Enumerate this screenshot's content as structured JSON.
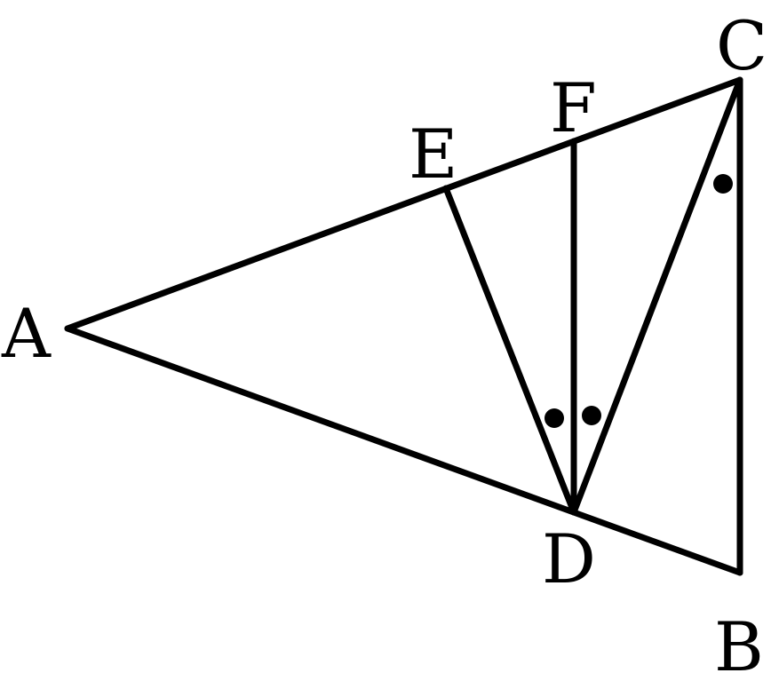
{
  "diagram": {
    "points": [
      {
        "id": "A",
        "label": "A"
      },
      {
        "id": "B",
        "label": "B"
      },
      {
        "id": "C",
        "label": "C"
      },
      {
        "id": "D",
        "label": "D"
      },
      {
        "id": "E",
        "label": "E"
      },
      {
        "id": "F",
        "label": "F"
      }
    ],
    "segments": [
      [
        "A",
        "C"
      ],
      [
        "A",
        "B"
      ],
      [
        "B",
        "C"
      ],
      [
        "D",
        "E"
      ],
      [
        "D",
        "F"
      ],
      [
        "D",
        "C"
      ]
    ],
    "equal_angle_marks": [
      {
        "vertex": "D",
        "between": [
          "E",
          "F"
        ]
      },
      {
        "vertex": "D",
        "between": [
          "F",
          "C"
        ]
      },
      {
        "vertex": "C",
        "between": [
          "D",
          "B"
        ]
      }
    ],
    "colors": {
      "stroke": "#000000",
      "background": "#ffffff"
    }
  }
}
